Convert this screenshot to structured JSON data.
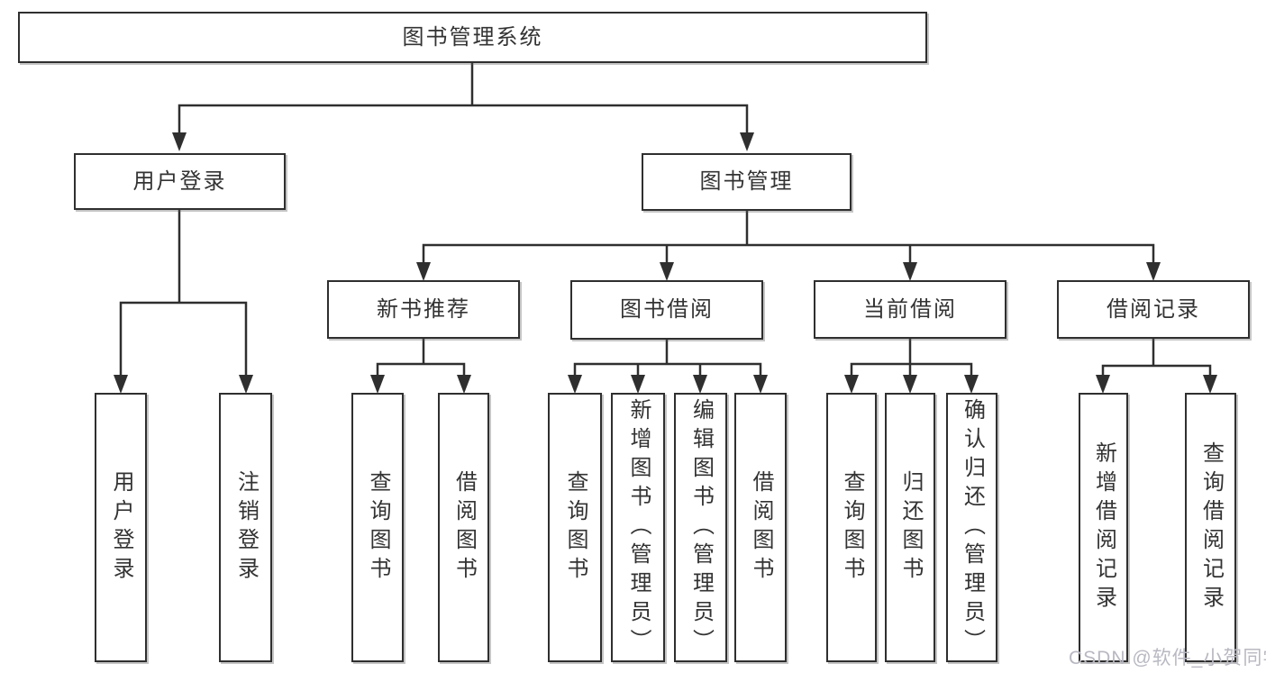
{
  "diagram": {
    "title": "图书管理系统",
    "colors": {
      "line": "#2f2f2f",
      "box_border": "#2f2f2f",
      "box_fill": "#ffffff",
      "text": "#333333",
      "watermark": "#b8b8c2",
      "background": "#ffffff"
    },
    "root": {
      "label": "图书管理系统"
    },
    "level2": [
      {
        "label": "用户登录"
      },
      {
        "label": "图书管理"
      }
    ],
    "level3": [
      {
        "label": "新书推荐",
        "parent": "图书管理"
      },
      {
        "label": "图书借阅",
        "parent": "图书管理"
      },
      {
        "label": "当前借阅",
        "parent": "图书管理"
      },
      {
        "label": "借阅记录",
        "parent": "图书管理"
      }
    ],
    "leaves": [
      {
        "label": "用户登录",
        "parent": "用户登录"
      },
      {
        "label": "注销登录",
        "parent": "用户登录"
      },
      {
        "label": "查询图书",
        "parent": "新书推荐"
      },
      {
        "label": "借阅图书",
        "parent": "新书推荐"
      },
      {
        "label": "查询图书",
        "parent": "图书借阅"
      },
      {
        "label": "新增图书（管理员）",
        "parent": "图书借阅"
      },
      {
        "label": "编辑图书（管理员）",
        "parent": "图书借阅"
      },
      {
        "label": "借阅图书",
        "parent": "图书借阅"
      },
      {
        "label": "查询图书",
        "parent": "当前借阅"
      },
      {
        "label": "归还图书",
        "parent": "当前借阅"
      },
      {
        "label": "确认归还（管理员）",
        "parent": "当前借阅"
      },
      {
        "label": "新增借阅记录",
        "parent": "借阅记录"
      },
      {
        "label": "查询借阅记录",
        "parent": "借阅记录"
      }
    ],
    "watermark": "CSDN @软件_小贺同学"
  }
}
